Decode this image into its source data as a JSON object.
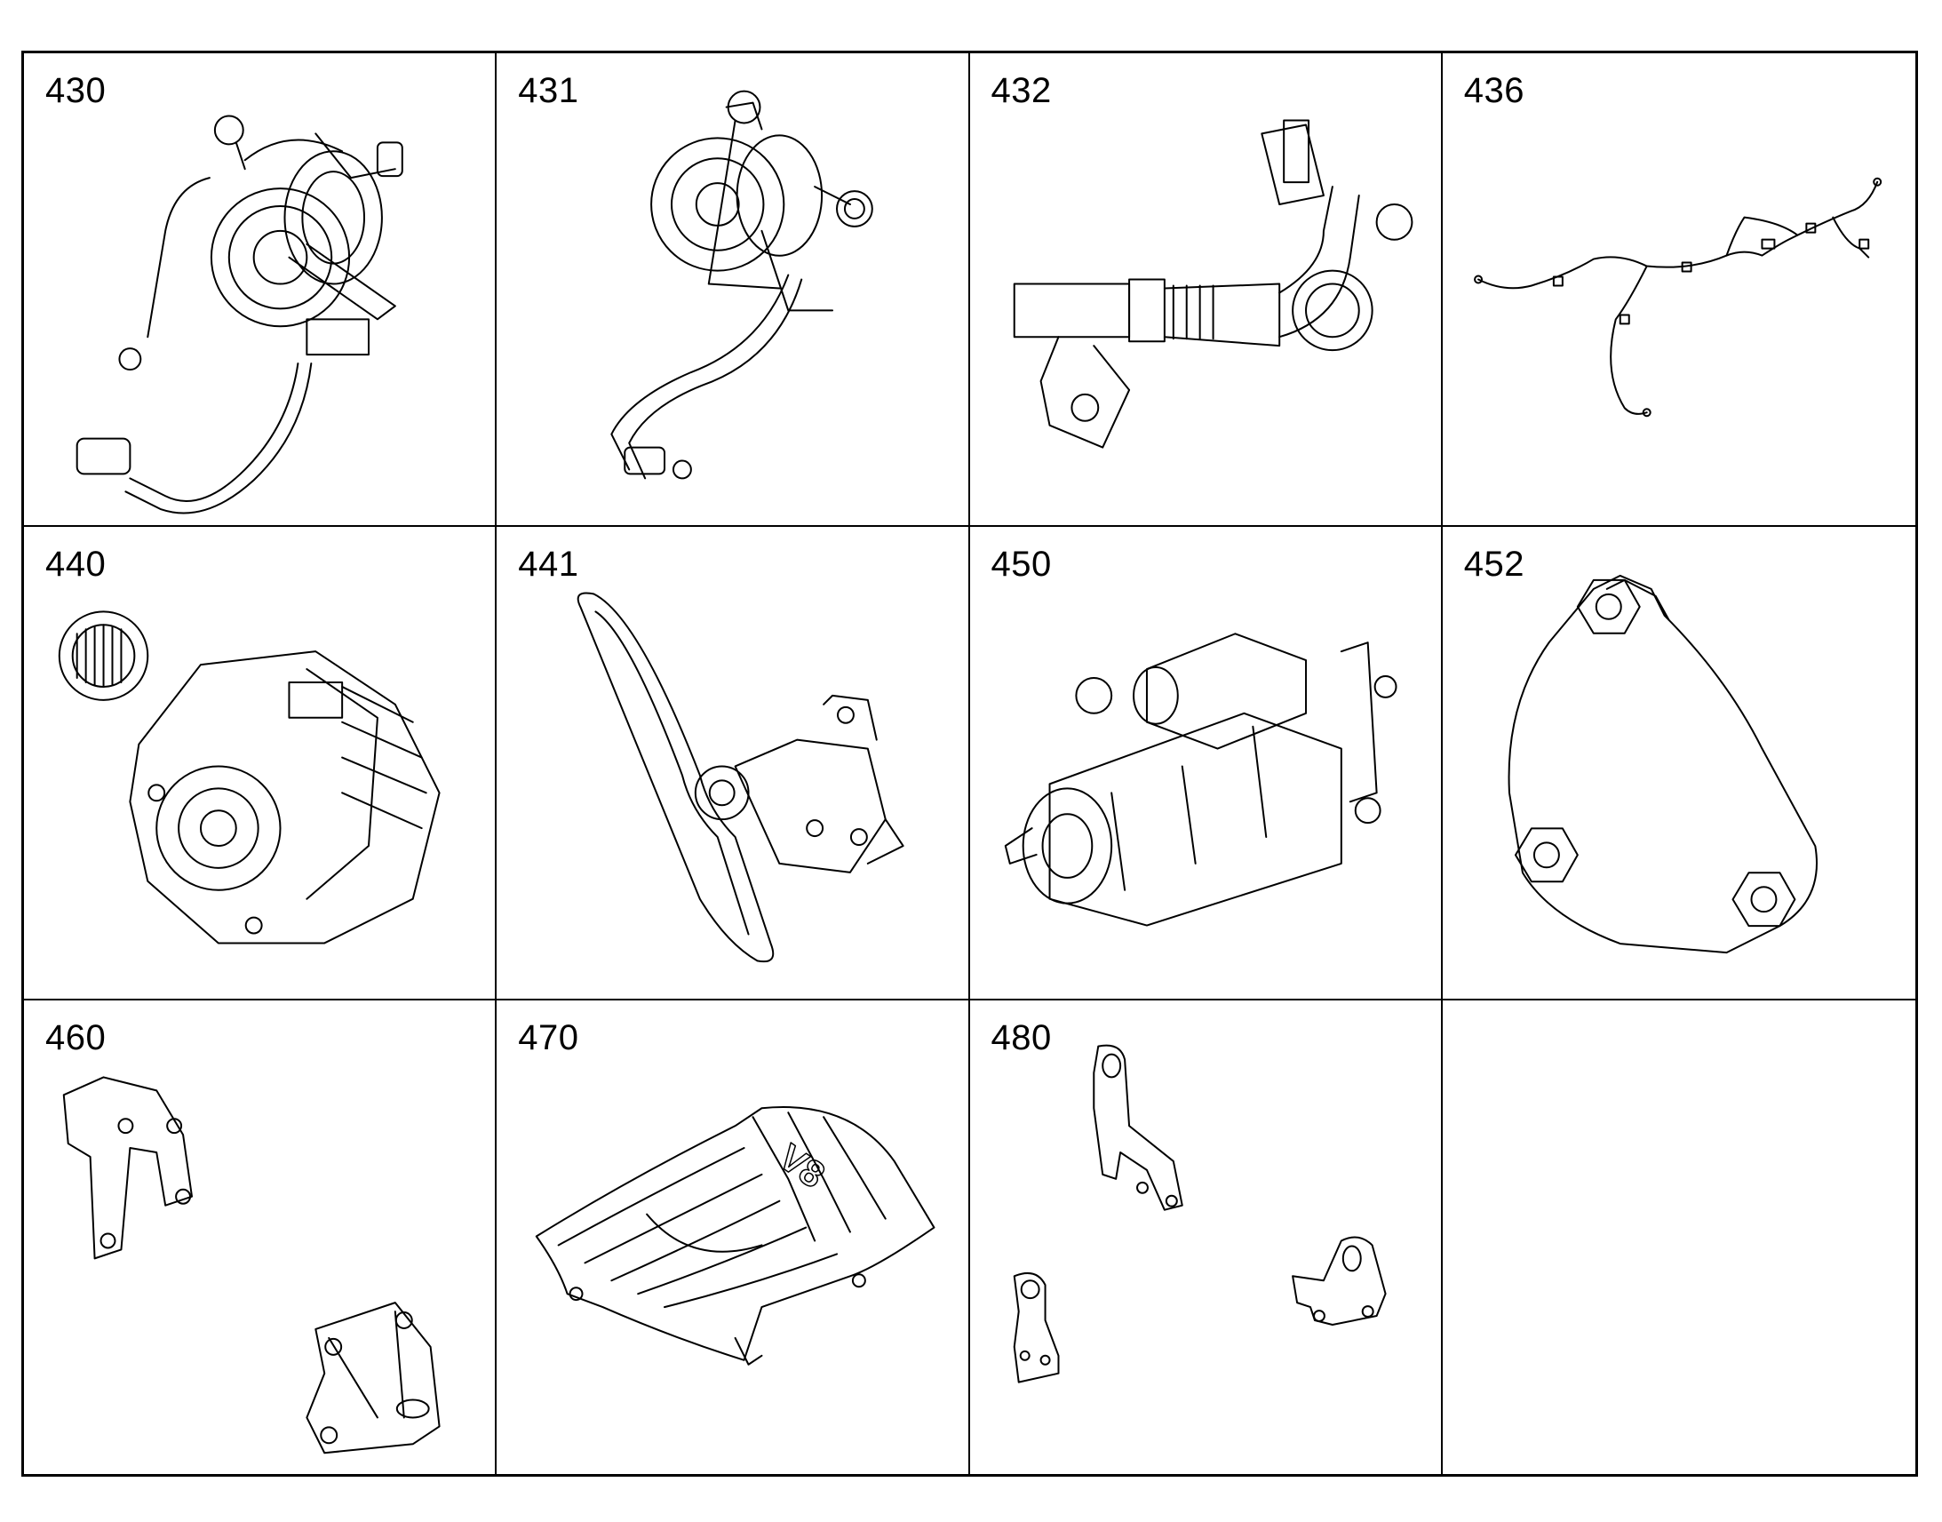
{
  "parts": [
    {
      "number": "430",
      "icon": "turbocharger-with-oil-lines"
    },
    {
      "number": "431",
      "icon": "turbocharger-with-oil-return-pipe"
    },
    {
      "number": "432",
      "icon": "throttle-intake-pipe"
    },
    {
      "number": "436",
      "icon": "wiring-harness"
    },
    {
      "number": "440",
      "icon": "alternator-with-pulley"
    },
    {
      "number": "441",
      "icon": "drive-belt-and-tensioner"
    },
    {
      "number": "450",
      "icon": "starter-motor"
    },
    {
      "number": "452",
      "icon": "cover-plate-with-bolts"
    },
    {
      "number": "460",
      "icon": "mounting-brackets"
    },
    {
      "number": "470",
      "icon": "engine-cover-v8"
    },
    {
      "number": "480",
      "icon": "lifting-eyes-brackets"
    },
    {
      "number": "",
      "icon": ""
    }
  ]
}
